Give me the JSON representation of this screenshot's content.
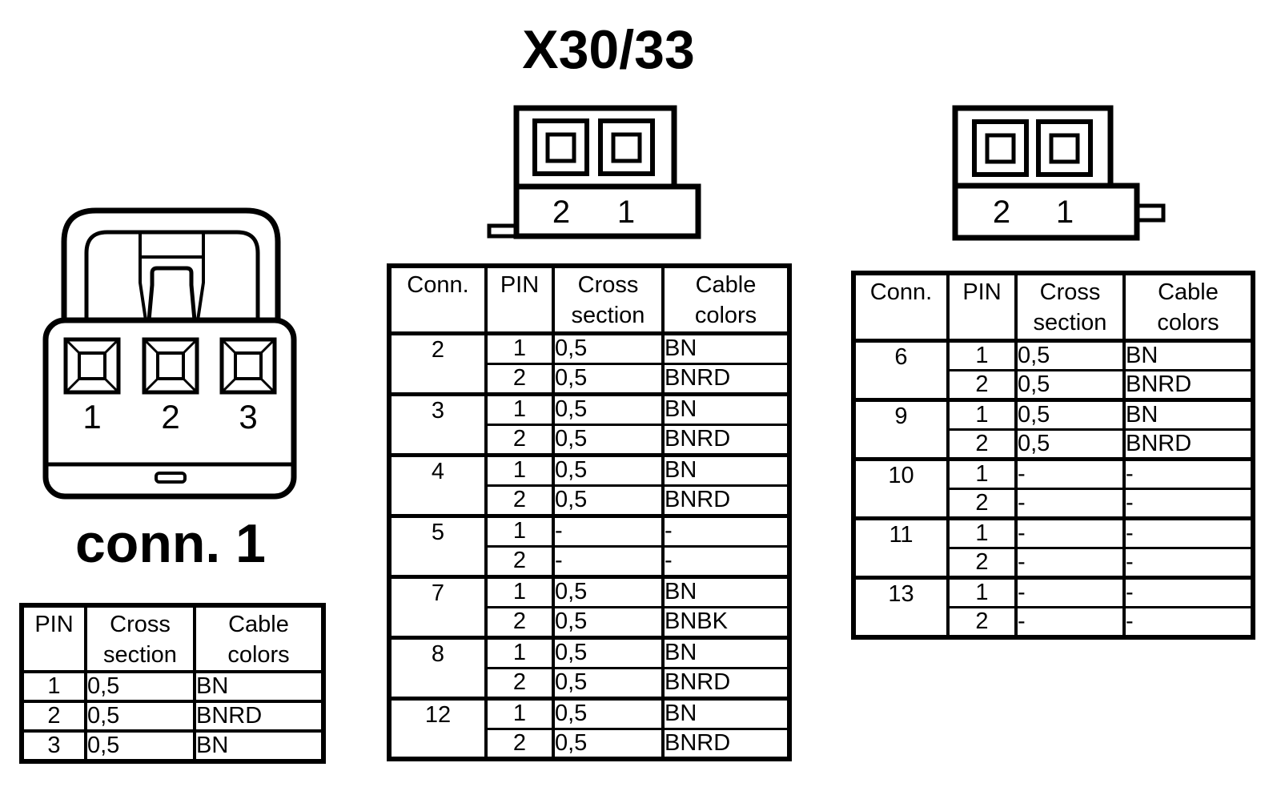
{
  "title": "X30/33",
  "colors": {
    "ink": "#000000",
    "paper": "#ffffff"
  },
  "left_connector": {
    "caption": "conn. 1",
    "pin_labels": [
      "1",
      "2",
      "3"
    ],
    "table": {
      "headers": [
        "PIN",
        "Cross section",
        "Cable colors"
      ],
      "rows": [
        [
          "1",
          "0,5",
          "BN"
        ],
        [
          "2",
          "0,5",
          "BNRD"
        ],
        [
          "3",
          "0,5",
          "BN"
        ]
      ]
    }
  },
  "center_connector": {
    "pin_labels": [
      "2",
      "1"
    ],
    "table": {
      "headers": [
        "Conn.",
        "PIN",
        "Cross section",
        "Cable colors"
      ],
      "groups": [
        {
          "conn": "2",
          "pins": [
            [
              "1",
              "0,5",
              "BN"
            ],
            [
              "2",
              "0,5",
              "BNRD"
            ]
          ]
        },
        {
          "conn": "3",
          "pins": [
            [
              "1",
              "0,5",
              "BN"
            ],
            [
              "2",
              "0,5",
              "BNRD"
            ]
          ]
        },
        {
          "conn": "4",
          "pins": [
            [
              "1",
              "0,5",
              "BN"
            ],
            [
              "2",
              "0,5",
              "BNRD"
            ]
          ]
        },
        {
          "conn": "5",
          "pins": [
            [
              "1",
              "-",
              "-"
            ],
            [
              "2",
              "-",
              "-"
            ]
          ]
        },
        {
          "conn": "7",
          "pins": [
            [
              "1",
              "0,5",
              "BN"
            ],
            [
              "2",
              "0,5",
              "BNBK"
            ]
          ]
        },
        {
          "conn": "8",
          "pins": [
            [
              "1",
              "0,5",
              "BN"
            ],
            [
              "2",
              "0,5",
              "BNRD"
            ]
          ]
        },
        {
          "conn": "12",
          "pins": [
            [
              "1",
              "0,5",
              "BN"
            ],
            [
              "2",
              "0,5",
              "BNRD"
            ]
          ]
        }
      ]
    }
  },
  "right_connector": {
    "pin_labels": [
      "2",
      "1"
    ],
    "table": {
      "headers": [
        "Conn.",
        "PIN",
        "Cross section",
        "Cable colors"
      ],
      "groups": [
        {
          "conn": "6",
          "pins": [
            [
              "1",
              "0,5",
              "BN"
            ],
            [
              "2",
              "0,5",
              "BNRD"
            ]
          ]
        },
        {
          "conn": "9",
          "pins": [
            [
              "1",
              "0,5",
              "BN"
            ],
            [
              "2",
              "0,5",
              "BNRD"
            ]
          ]
        },
        {
          "conn": "10",
          "pins": [
            [
              "1",
              "-",
              "-"
            ],
            [
              "2",
              "-",
              "-"
            ]
          ]
        },
        {
          "conn": "11",
          "pins": [
            [
              "1",
              "-",
              "-"
            ],
            [
              "2",
              "-",
              "-"
            ]
          ]
        },
        {
          "conn": "13",
          "pins": [
            [
              "1",
              "-",
              "-"
            ],
            [
              "2",
              "-",
              "-"
            ]
          ]
        }
      ]
    }
  }
}
